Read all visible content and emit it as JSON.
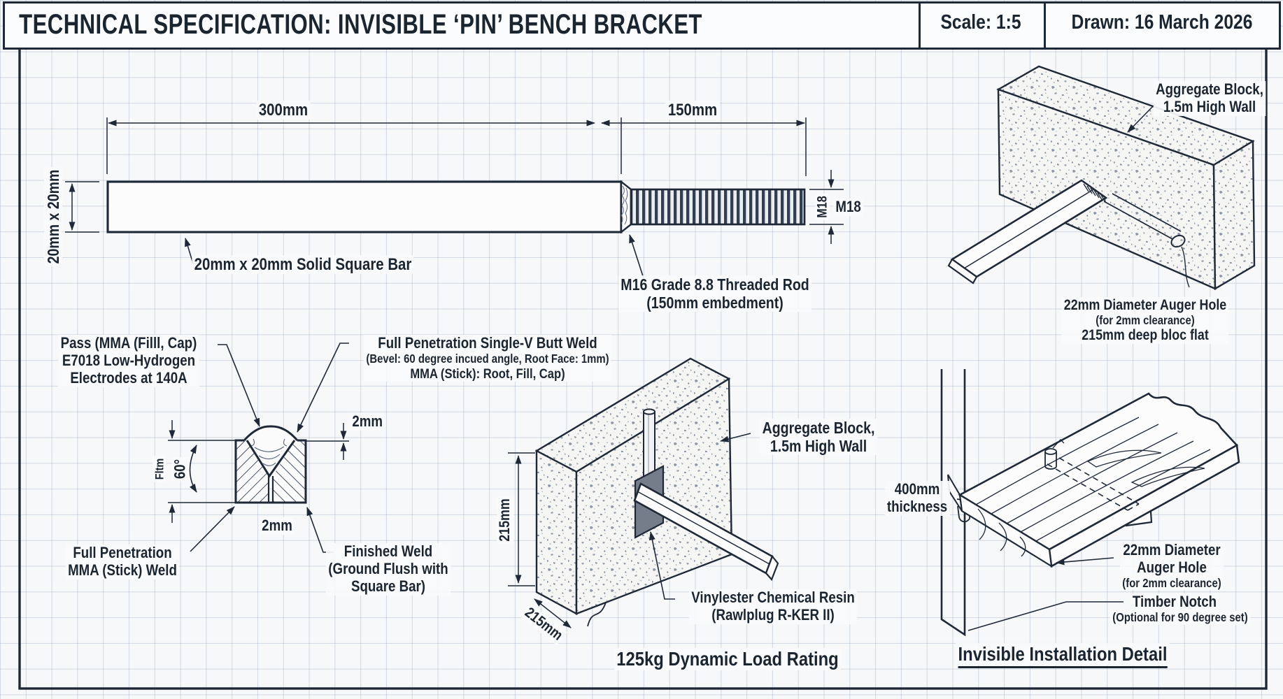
{
  "title_block": {
    "title": "TECHNICAL SPECIFICATION: INVISIBLE ‘PIN’ BENCH BRACKET",
    "scale": "Scale: 1:5",
    "drawn": "Drawn: 16 March 2026"
  },
  "colors": {
    "ink": "#1e2836",
    "grid": "#c3cedb",
    "paper": "#f7f8f9",
    "resin": "#747d89"
  },
  "views": {
    "bar_elevation": {
      "dim_length": "300mm",
      "dim_thread": "150mm",
      "dim_section": "20mm x 20mm",
      "bar_label": "20mm x 20mm Solid Square Bar",
      "rod_line1": "M16 Grade 8.8 Threaded Rod",
      "rod_line2": "(150mm embedment)",
      "m18_vertical": "M18",
      "m18_horizontal": "M18"
    },
    "weld_detail": {
      "pass_line1": "Pass (MMA (Filll, Cap)",
      "pass_line2": "E7018 Low-Hydrogen",
      "pass_line3": "Electrodes at 140A",
      "butt_line1": "Full Penetration Single-V Butt Weld",
      "butt_line2": "(Bevel: 60 degree incued angle, Root Face: 1mm)",
      "butt_line3": "MMA (Stick): Root, Fill, Cap)",
      "cap_height": "2mm",
      "root_gap": "2mm",
      "bevel_angle": "60°",
      "side_note": "Fltm",
      "fullpen_line1": "Full Penetration",
      "fullpen_line2": "MMA (Stick) Weld",
      "finished_line1": "Finished Weld",
      "finished_line2": "(Ground Flush with",
      "finished_line3": "Square Bar)"
    },
    "wall_embedment": {
      "dim_height": "215mm",
      "dim_depth": "215mm",
      "block_line1": "Aggregate Block,",
      "block_line2": "1.5m High Wall",
      "resin_line1": "Vinylester Chemical Resin",
      "resin_line2": "(Rawlplug R-KER II)",
      "load_rating": "125kg Dynamic Load Rating"
    },
    "iso_block": {
      "block_line1": "Aggregate Block,",
      "block_line2": "1.5m High Wall",
      "hole_line1": "22mm Diameter Auger Hole",
      "hole_line2": "(for 2mm clearance)",
      "hole_line3": "215mm deep bloc flat"
    },
    "installation": {
      "thickness_line1": "400mm",
      "thickness_line2": "thickness",
      "hole_line1": "22mm Diameter",
      "hole_line2": "Auger Hole",
      "hole_line3": "(for 2mm clearance)",
      "notch_line1": "Timber Notch",
      "notch_line2": "(Optional for 90 degree set)",
      "caption": "Invisible Installation Detail"
    }
  }
}
